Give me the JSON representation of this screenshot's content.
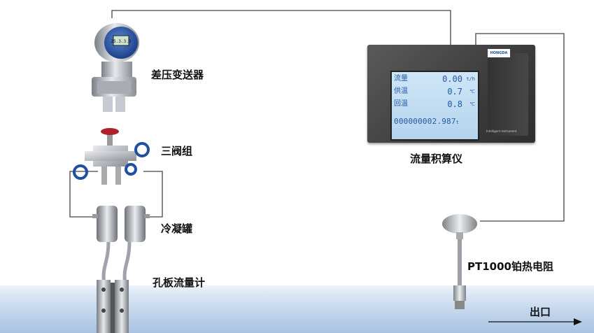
{
  "labels": {
    "transmitter": "差压变送器",
    "valve_manifold": "三阀组",
    "condensing_pot": "冷凝罐",
    "orifice_meter": "孔板流量计",
    "flow_computer": "流量积算仪",
    "rtd": "PT1000铂热电阻",
    "outlet": "出口"
  },
  "transmitter_display": "25.3.3.3",
  "flow_computer_screen": {
    "rows": [
      {
        "name": "流量",
        "value": "0.00",
        "unit": "t/h"
      },
      {
        "name": "供温",
        "value": "0.7",
        "unit": "℃"
      },
      {
        "name": "回温",
        "value": "0.8",
        "unit": "℃"
      }
    ],
    "total": "000000002.987",
    "total_unit": "t"
  },
  "flow_computer_brand": "HONGDA",
  "flow_computer_caption": "Intelligent Instrument",
  "colors": {
    "pipe": "#b4cbe6",
    "lcd_text": "#2457a6",
    "wire": "#444444",
    "valve_handle_blue": "#1f4fa0",
    "valve_handle_red": "#b01f2a"
  }
}
